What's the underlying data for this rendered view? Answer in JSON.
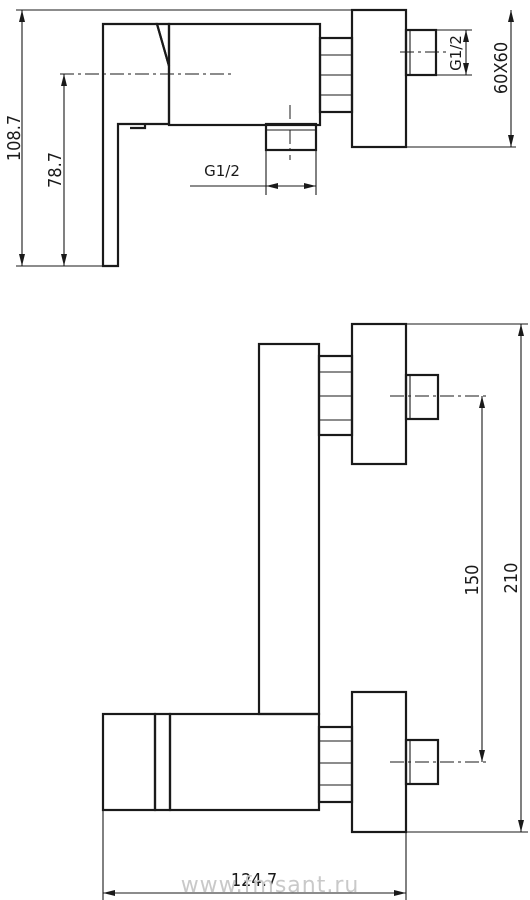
{
  "top_view": {
    "dim_height_total": "108.7",
    "dim_outlet_height": "78.7",
    "dim_outlet_thread": "G1/2",
    "dim_inlet_thread": "G1/2",
    "dim_flange_size": "60X60"
  },
  "front_view": {
    "dim_centers": "150",
    "dim_total_height": "210",
    "dim_width": "124.7"
  },
  "watermark": "www.fmsant.ru"
}
